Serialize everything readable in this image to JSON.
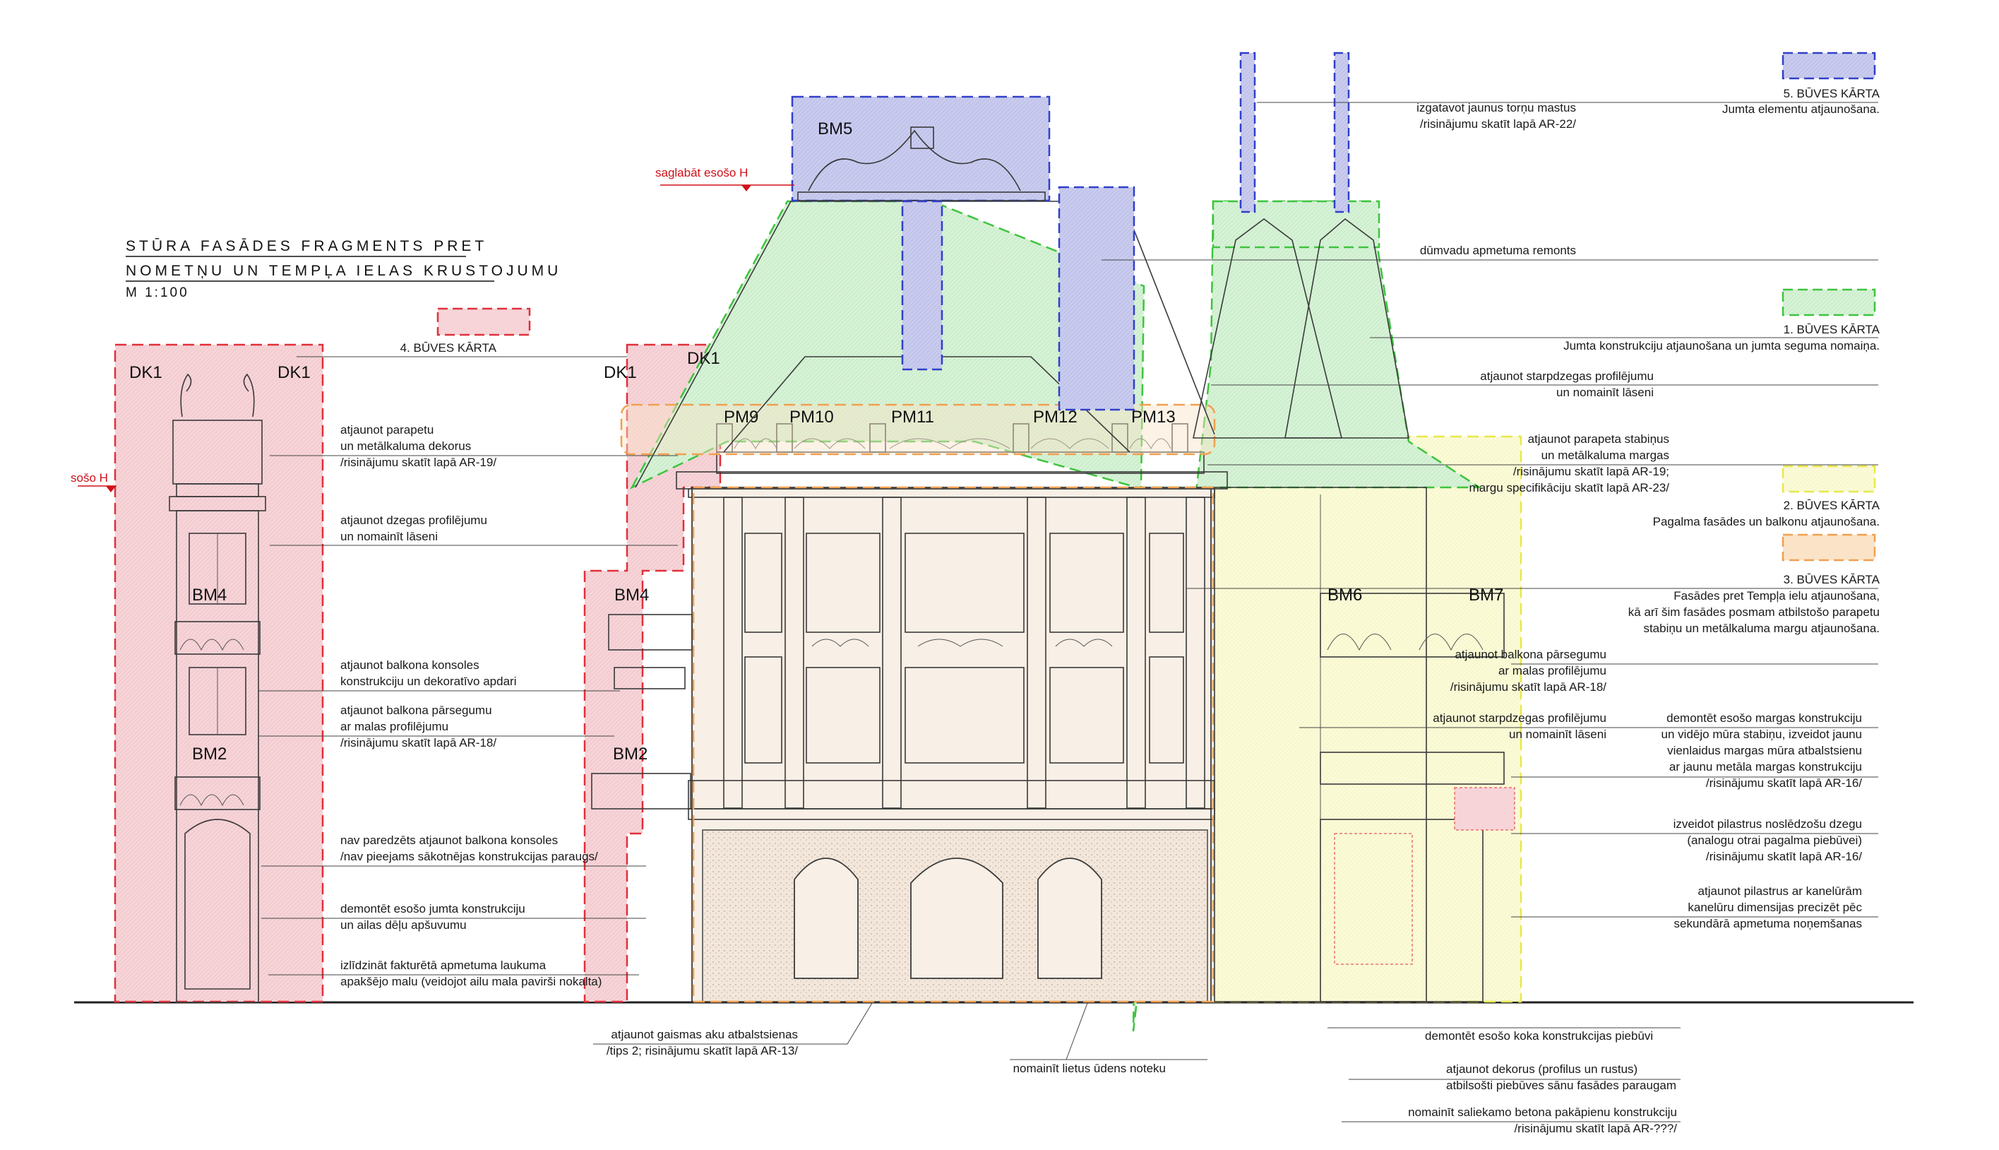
{
  "title": {
    "line1": "STŪRA FASĀDES FRAGMENTS PRET",
    "line2": "NOMETŅU UN TEMPĻA IELAS KRUSTOJUMU",
    "scale": "M 1:100"
  },
  "colors": {
    "stage1": "#3ec43e",
    "stage2": "#e8e84a",
    "stage3": "#f0a050",
    "stage4": "#e0303a",
    "stage5": "#3040c8",
    "green_fill": "#d6f2d6",
    "yellow_fill": "#fbfbd8",
    "red_fill": "#f6d4d8",
    "blue_fill": "#c9cbee",
    "facade_fill": "#f8efe6"
  },
  "legend": [
    {
      "label": "5. BŪVES KĀRTA",
      "desc": "Jumta elementu atjaunošana."
    },
    {
      "label": "1. BŪVES KĀRTA",
      "desc": "Jumta konstrukciju atjaunošana un jumta seguma nomaiņa."
    },
    {
      "label": "2. BŪVES KĀRTA",
      "desc": "Pagalma fasādes un balkonu atjaunošana."
    },
    {
      "label": "3. BŪVES KĀRTA",
      "lines": [
        "Fasādes pret Tempļa ielu atjaunošana,",
        "kā arī šim fasādes posmam atbilstošo parapetu",
        "stabiņu un metālkaluma margu atjaunošana."
      ]
    }
  ],
  "stage4_label": "4. BŪVES KĀRTA",
  "elevation_marks": {
    "keep_h": "saglabāt esošo H",
    "existing_h": "sošo H"
  },
  "element_labels": {
    "dk1": "DK1",
    "bm2": "BM2",
    "bm4": "BM4",
    "bm5": "BM5",
    "bm6": "BM6",
    "bm7": "BM7",
    "pm9": "PM9",
    "pm10": "PM10",
    "pm11": "PM11",
    "pm12": "PM12",
    "pm13": "PM13"
  },
  "notes_left": [
    [
      "atjaunot parapetu",
      "un metālkaluma dekorus",
      "/risinājumu skatīt lapā AR-19/"
    ],
    [
      "atjaunot dzegas profilējumu",
      "un nomainīt lāseni"
    ],
    [
      "atjaunot balkona konsoles",
      "konstrukciju un dekoratīvo apdari"
    ],
    [
      "atjaunot balkona pārsegumu",
      "ar malas profilējumu",
      "/risinājumu skatīt lapā AR-18/"
    ],
    [
      "nav paredzēts atjaunot balkona konsoles",
      "/nav pieejams sākotnējas konstrukcijas paraugs/"
    ],
    [
      "demontēt esošo jumta konstrukciju",
      "un ailas dēļu apšuvumu"
    ],
    [
      "izlīdzināt fakturētā apmetuma laukuma",
      "apakšējo malu (veidojot ailu mala pavirši nokalta)"
    ]
  ],
  "notes_right": [
    [
      "izgatavot jaunus torņu mastus",
      "/risinājumu skatīt lapā AR-22/"
    ],
    [
      "dūmvadu apmetuma remonts"
    ],
    [
      "atjaunot starpdzegas profilējumu",
      "un nomainīt lāseni"
    ],
    [
      "atjaunot parapeta stabiņus",
      "un metālkaluma margas",
      "/risinājumu skatīt lapā AR-19;",
      "margu specifikāciju skatīt lapā AR-23/"
    ],
    [
      "atjaunot balkona pārsegumu",
      "ar malas profilējumu",
      "/risinājumu skatīt lapā AR-18/"
    ],
    [
      "atjaunot starpdzegas profilējumu",
      "un nomainīt lāseni"
    ],
    [
      "demontēt esošo margas konstrukciju",
      "un vidējo mūra stabiņu, izveidot jaunu",
      "vienlaidus margas mūra atbalstsienu",
      "ar jaunu metāla margas konstrukciju",
      "/risinājumu skatīt lapā AR-16/"
    ],
    [
      "izveidot pilastrus noslēdzošu dzegu",
      "(analogu otrai pagalma piebūvei)",
      "/risinājumu skatīt lapā AR-16/"
    ],
    [
      "atjaunot pilastrus ar kanelūrām",
      "kanelūru dimensijas precizēt pēc",
      "sekundārā apmetuma noņemšanas"
    ]
  ],
  "notes_bottom": [
    [
      "atjaunot gaismas aku atbalstsienas",
      "/tips 2; risinājumu skatīt lapā AR-13/"
    ],
    [
      "nomainīt lietus ūdens noteku"
    ],
    [
      "demontēt esošo koka konstrukcijas piebūvi"
    ],
    [
      "atjaunot dekorus (profilus un rustus)",
      "atbilsošti piebūves sānu fasādes paraugam"
    ],
    [
      "nomainīt saliekamo betona pakāpienu konstrukciju",
      "/risinājumu skatīt lapā AR-???/"
    ]
  ]
}
